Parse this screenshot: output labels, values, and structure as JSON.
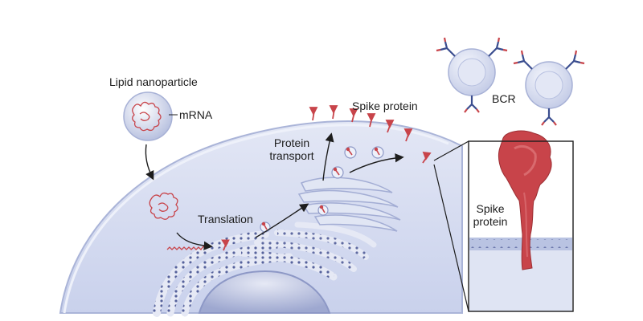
{
  "labels": {
    "lipid_nanoparticle": "Lipid nanoparticle",
    "mrna": "mRNA",
    "translation": "Translation",
    "protein_transport_line1": "Protein",
    "protein_transport_line2": "transport",
    "spike_protein_top": "Spike protein",
    "bcr": "BCR",
    "spike_protein_inset_line1": "Spike",
    "spike_protein_inset_line2": "protein"
  },
  "colors": {
    "cell_fill": "#d4dbef",
    "cell_outline": "#aab4d8",
    "membrane_band": "#b9c3e2",
    "nucleus": "#aeb7da",
    "er_dots": "#3d4a8c",
    "golgi": "#e1e6f4",
    "spike_red": "#c8444a",
    "mrna_red": "#c8444a",
    "bcr_fill": "#dde3f2",
    "antibody_blue": "#3a4d8f",
    "antibody_red": "#c8444a",
    "arrow": "#1d1d1d"
  }
}
